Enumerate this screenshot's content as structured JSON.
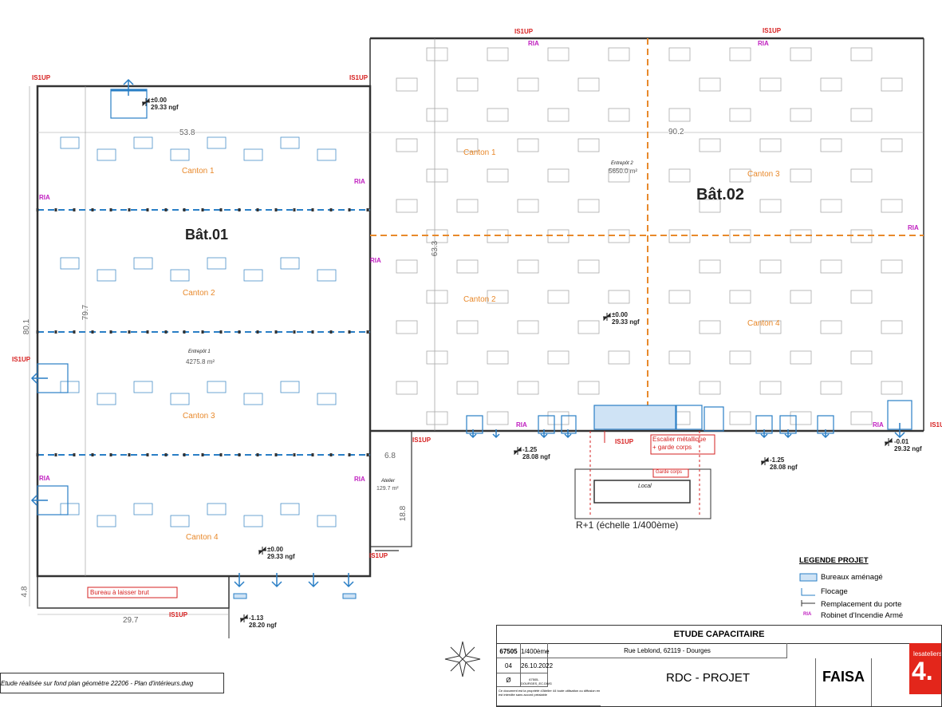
{
  "buildings": {
    "bat01": {
      "name": "Bât.01",
      "warehouse": "Entrepôt 1",
      "area": "4275.8 m²"
    },
    "bat02": {
      "name": "Bât.02",
      "warehouse": "Entrepôt 2",
      "area": "5650.0 m²"
    }
  },
  "cantons": {
    "b1": [
      "Canton 1",
      "Canton 2",
      "Canton 3",
      "Canton 4"
    ],
    "b2": [
      "Canton 1",
      "Canton 2",
      "Canton 3",
      "Canton 4"
    ]
  },
  "dimensions": {
    "d538": "53.8",
    "d902": "90.2",
    "d801": "80.1",
    "d797": "79.7",
    "d633": "63.3",
    "d68": "6.8",
    "d188": "18.8",
    "d48": "4.8",
    "d297": "29.7"
  },
  "levels": {
    "l1": {
      "a": "±0.00",
      "b": "29.33 ngf"
    },
    "l2": {
      "a": "±0.00",
      "b": "29.33 ngf"
    },
    "l3": {
      "a": "±0.00",
      "b": "29.33 ngf"
    },
    "l4": {
      "a": "-1.25",
      "b": "28.08 ngf"
    },
    "l5": {
      "a": "-1.25",
      "b": "28.08 ngf"
    },
    "l6": {
      "a": "-0.01",
      "b": "29.32 ngf"
    },
    "l7": {
      "a": "-1.13",
      "b": "28.20 ngf"
    }
  },
  "markers": {
    "is1up": "IS1UP",
    "ria": "RIA"
  },
  "labels": {
    "atelier": "Atelier",
    "atelier_area": "129.7 m²",
    "bureau": "Bureau à laisser brut",
    "escalier1": "Escalier métallique",
    "escalier2": "+ garde corps",
    "garde_corps": "Garde corps",
    "local": "Local",
    "r1": "R+1 (échelle 1/400ème)"
  },
  "legend": {
    "title": "LEGENDE PROJET",
    "items": [
      "Bureaux aménagé",
      "Flocage",
      "Remplacement du porte",
      "Robinet d'Incendie Armé"
    ],
    "ria": "RIA"
  },
  "titleblock": {
    "title": "ETUDE CAPACITAIRE",
    "project_no": "67505",
    "scale": "1/400ème",
    "address": "Rue Leblond, 62119 - Dourges",
    "sheet": "04",
    "date": "26.10.2022",
    "index": "Ø",
    "file": "67505-DOURGES_EC.DWG",
    "disclaimer": "Ce document est la propriété d'Atelier 44 toute utilisation ou diffusion en est interdite sans accord préalable",
    "drawing": "RDC - PROJET",
    "client": "FAISA",
    "logo_text": "lesateliers",
    "logo_num": "4."
  },
  "footer_note": "Etude réalisée sur fond plan géomètre 22206 - Plan d'intérieurs.dwg",
  "colors": {
    "orange": "#e8892b",
    "blue": "#2a7fc6",
    "red": "#d62020",
    "magenta": "#c020c0"
  }
}
